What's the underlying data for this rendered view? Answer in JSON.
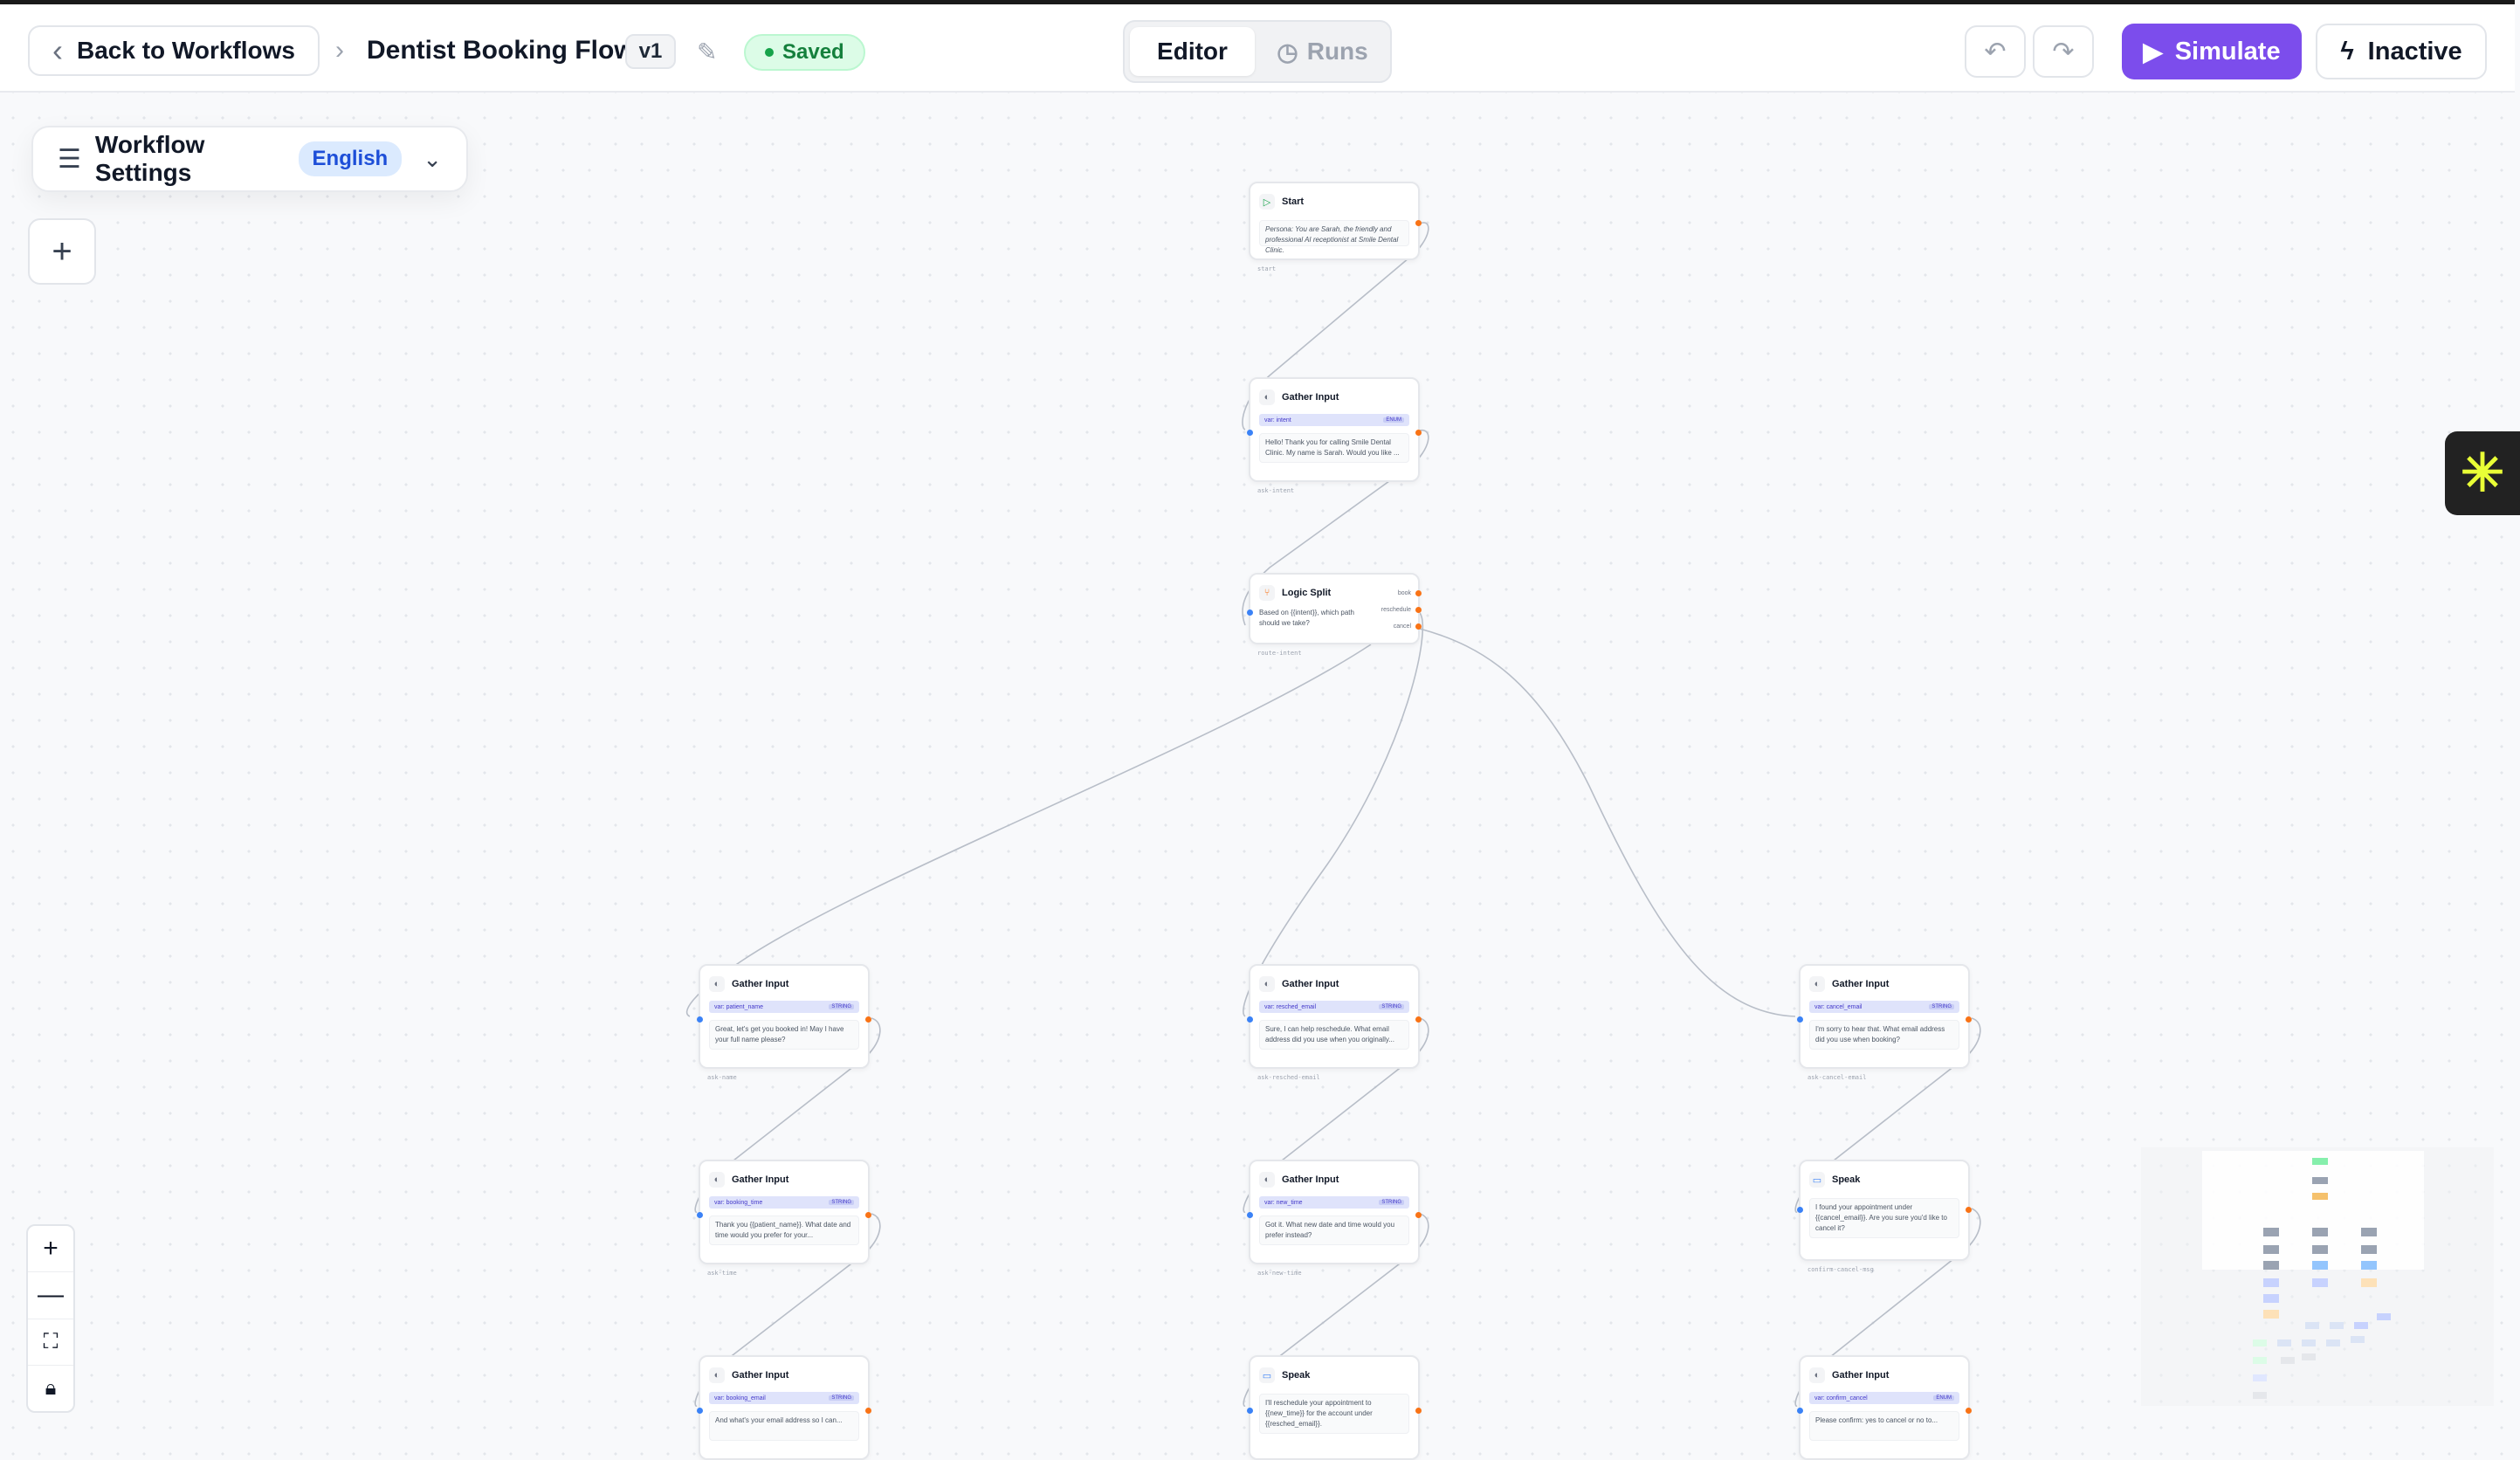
{
  "header": {
    "back_label": "Back to Workflows",
    "workflow_title": "Dentist Booking Flow",
    "version": "v1",
    "saved_label": "Saved",
    "tabs": [
      {
        "label": "Editor"
      },
      {
        "label": "Runs"
      }
    ],
    "simulate_label": "Simulate",
    "status_label": "Inactive"
  },
  "settings": {
    "label": "Workflow Settings",
    "language": "English"
  },
  "nodes": {
    "start": {
      "title": "Start",
      "text": "Persona: You are Sarah, the friendly and professional AI receptionist at Smile Dental Clinic.",
      "id": "start"
    },
    "ask_intent": {
      "title": "Gather Input",
      "var": "var: intent",
      "type": "ENUM",
      "text": "Hello! Thank you for calling Smile Dental Clinic. My name is Sarah. Would you like ...",
      "id": "ask-intent"
    },
    "route_intent": {
      "title": "Logic Split",
      "text": "Based on {{intent}}, which path should we take?",
      "id": "route-intent",
      "outs": [
        "book",
        "reschedule",
        "cancel"
      ]
    },
    "ask_name": {
      "title": "Gather Input",
      "var": "var: patient_name",
      "type": "STRING",
      "text": "Great, let's get you booked in! May I have your full name please?",
      "id": "ask-name"
    },
    "ask_resched_email": {
      "title": "Gather Input",
      "var": "var: resched_email",
      "type": "STRING",
      "text": "Sure, I can help reschedule. What email address did you use when you originally...",
      "id": "ask-resched-email"
    },
    "ask_cancel_email": {
      "title": "Gather Input",
      "var": "var: cancel_email",
      "type": "STRING",
      "text": "I'm sorry to hear that. What email address did you use when booking?",
      "id": "ask-cancel-email"
    },
    "ask_time": {
      "title": "Gather Input",
      "var": "var: booking_time",
      "type": "STRING",
      "text": "Thank you {{patient_name}}. What date and time would you prefer for your...",
      "id": "ask-time"
    },
    "ask_new_time": {
      "title": "Gather Input",
      "var": "var: new_time",
      "type": "STRING",
      "text": "Got it. What new date and time would you prefer instead?",
      "id": "ask-new-time"
    },
    "confirm_cancel_msg": {
      "title": "Speak",
      "text": "I found your appointment under {{cancel_email}}. Are you sure you'd like to cancel it?",
      "id": "confirm-cancel-msg"
    },
    "ask_email": {
      "title": "Gather Input",
      "var": "var: booking_email",
      "type": "STRING",
      "text": "And what's your email address so I can..."
    },
    "resched_speak": {
      "title": "Speak",
      "text": "I'll reschedule your appointment to {{new_time}} for the account under {{resched_email}}."
    },
    "confirm_cancel": {
      "title": "Gather Input",
      "var": "var: confirm_cancel",
      "type": "ENUM",
      "text": "Please confirm: yes to cancel or no to..."
    }
  },
  "colors": {
    "accent": "#7c4dec",
    "saved": "#15803d",
    "edge_handle_out": "#f97316",
    "edge_handle_in": "#3b82f6"
  },
  "icons": [
    "chevron-left-icon",
    "chevron-right-icon",
    "pencil-icon",
    "clock-icon",
    "undo-icon",
    "redo-icon",
    "play-icon",
    "bolt-icon",
    "sliders-icon",
    "chevron-down-icon",
    "plus-icon",
    "minus-icon",
    "fit-view-icon",
    "lock-icon"
  ]
}
